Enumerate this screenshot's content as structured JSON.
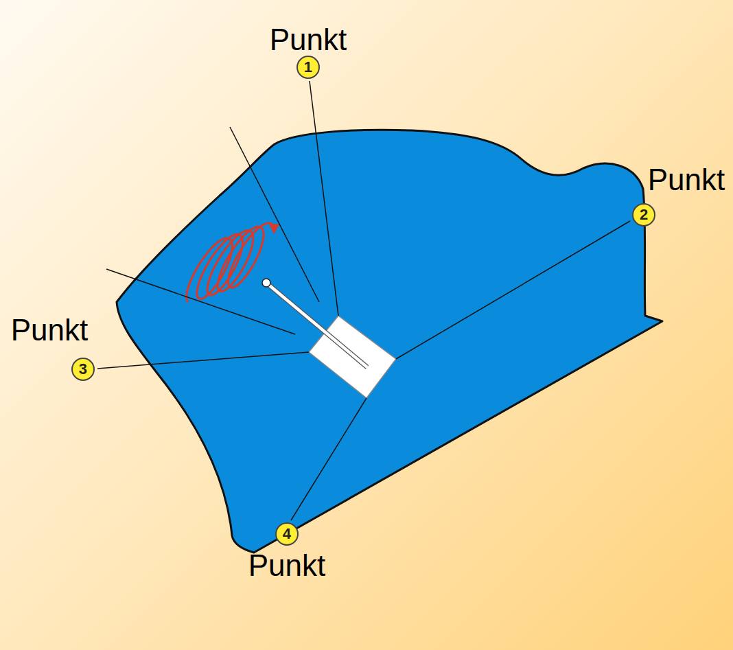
{
  "diagram": {
    "nodes": [
      {
        "text": [
          "Punkt",
          "1"
        ]
      },
      {
        "text": [
          "Punkt",
          "2"
        ]
      },
      {
        "text": [
          "Punkt",
          "3"
        ]
      },
      {
        "text": [
          "4",
          "Punkt"
        ]
      }
    ]
  }
}
